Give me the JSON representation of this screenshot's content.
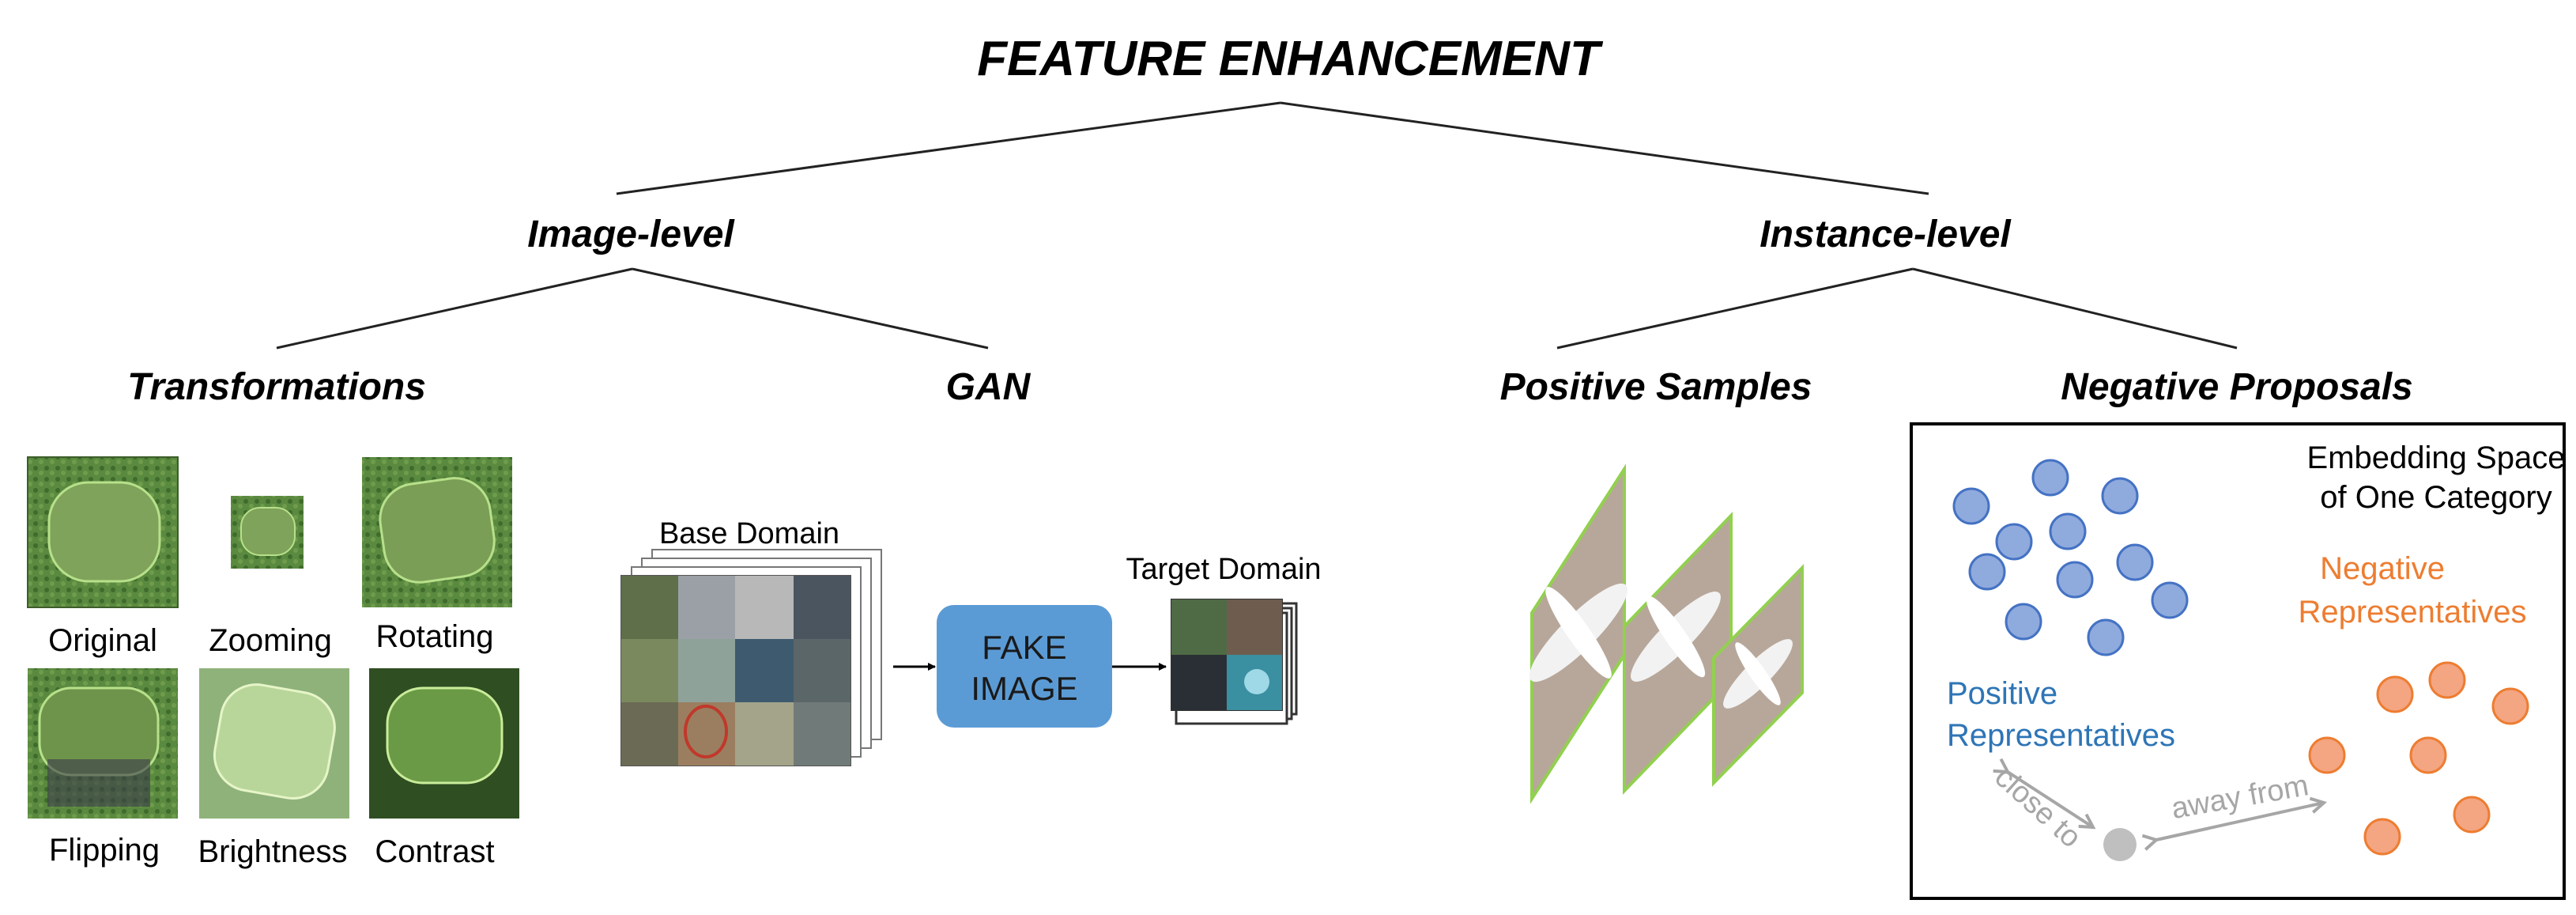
{
  "title": "FEATURE ENHANCEMENT",
  "level1": {
    "image_level": "Image-level",
    "instance_level": "Instance-level"
  },
  "level2": {
    "transformations": "Transformations",
    "gan": "GAN",
    "positive_samples": "Positive Samples",
    "negative_proposals": "Negative Proposals"
  },
  "transformations": {
    "labels": [
      "Original",
      "Zooming",
      "Rotating",
      "Flipping",
      "Brightness",
      "Contrast"
    ]
  },
  "gan": {
    "base_domain": "Base Domain",
    "target_domain": "Target Domain",
    "fake_image_line1": "FAKE",
    "fake_image_line2": "IMAGE"
  },
  "negative": {
    "embedding_line1": "Embedding Space",
    "embedding_line2": "of One Category",
    "negative_line1": "Negative",
    "negative_line2": "Representatives",
    "positive_line1": "Positive",
    "positive_line2": "Representatives",
    "close_to": "close to",
    "away_from": "away from"
  },
  "colors": {
    "positive_text": "#2e75b6",
    "negative_text": "#ed7d31",
    "positive_dot": "#8faadc",
    "negative_dot": "#f4a582",
    "fake_box": "#5b9bd5",
    "arrow_gray": "#a6a6a6",
    "grass": "#4f7a3a",
    "green_border": "#92d050"
  }
}
